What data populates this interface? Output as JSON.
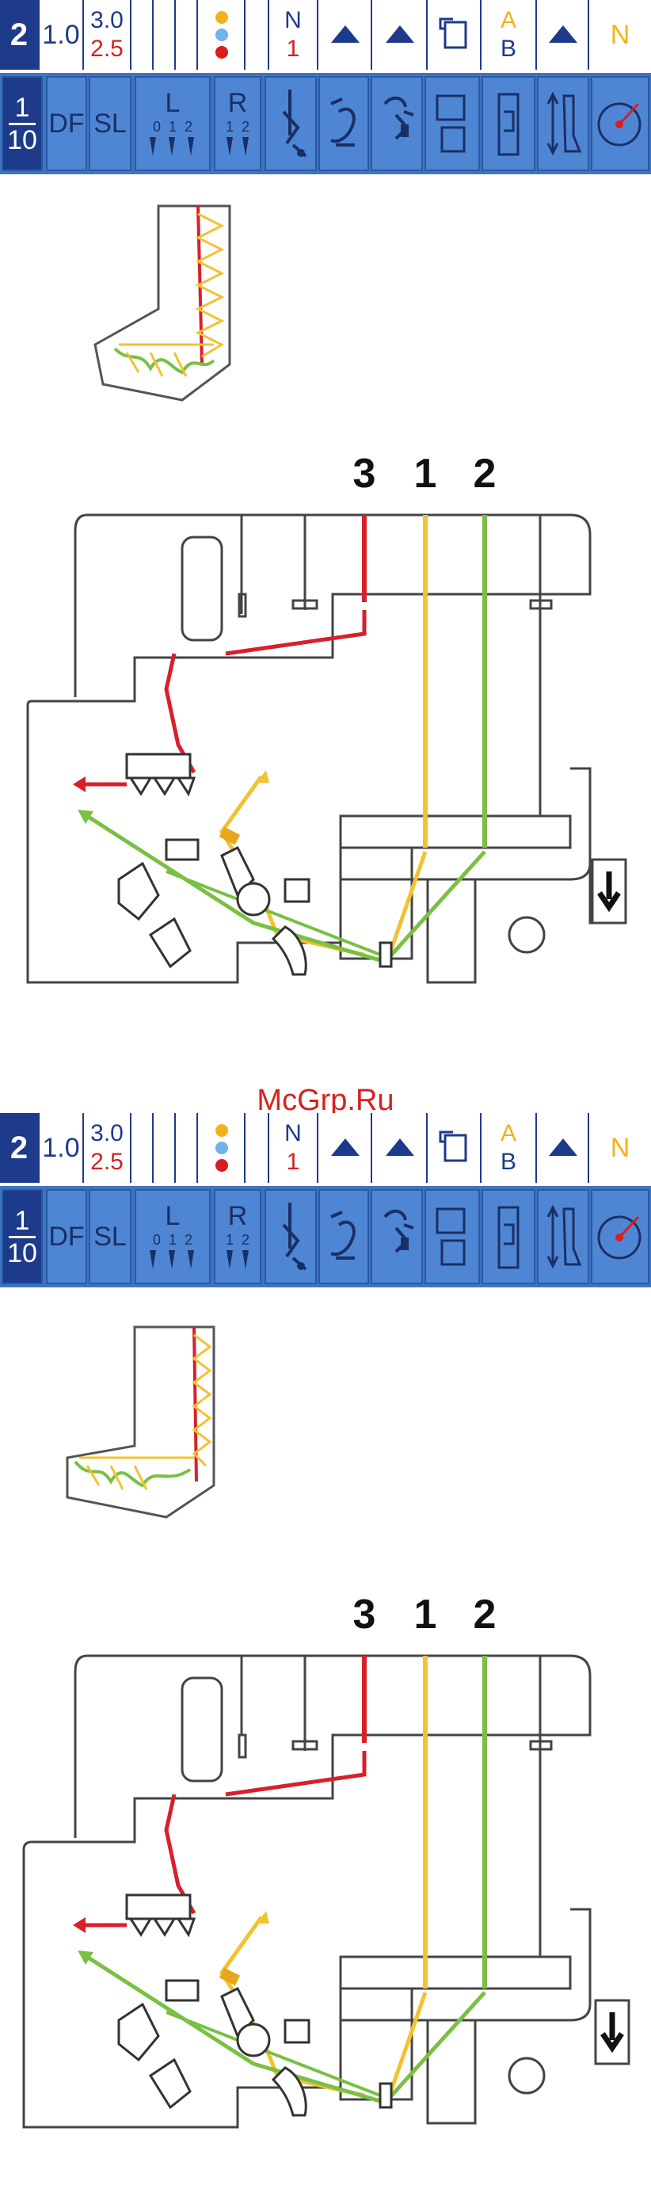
{
  "header": {
    "step_number": "2",
    "stitch_length": "1.0",
    "width_top": "3.0",
    "width_bottom": "2.5",
    "tension_label": "N",
    "tension_value": "1",
    "plate_top": "A",
    "plate_bottom": "B",
    "foot_label": "N"
  },
  "settings_row": {
    "fraction_top": "1",
    "fraction_bottom": "10",
    "df_label": "DF",
    "sl_label": "SL",
    "left_needle": "L",
    "left_positions": [
      "0",
      "1",
      "2"
    ],
    "right_needle": "R",
    "right_positions": [
      "1",
      "2"
    ]
  },
  "diagram": {
    "thread_labels": [
      "3",
      "1",
      "2"
    ],
    "thread_colors": {
      "3": "#d8202a",
      "1": "#f2c230",
      "2": "#79c043"
    },
    "outline_color": "#444444"
  },
  "watermark": "McGrp.Ru",
  "colors": {
    "header_blue": "#1e3a8a",
    "panel_blue": "#4f86d4",
    "red": "#d81e1e",
    "yellow": "#f2b21a",
    "blue_dot": "#6fb3ea"
  }
}
